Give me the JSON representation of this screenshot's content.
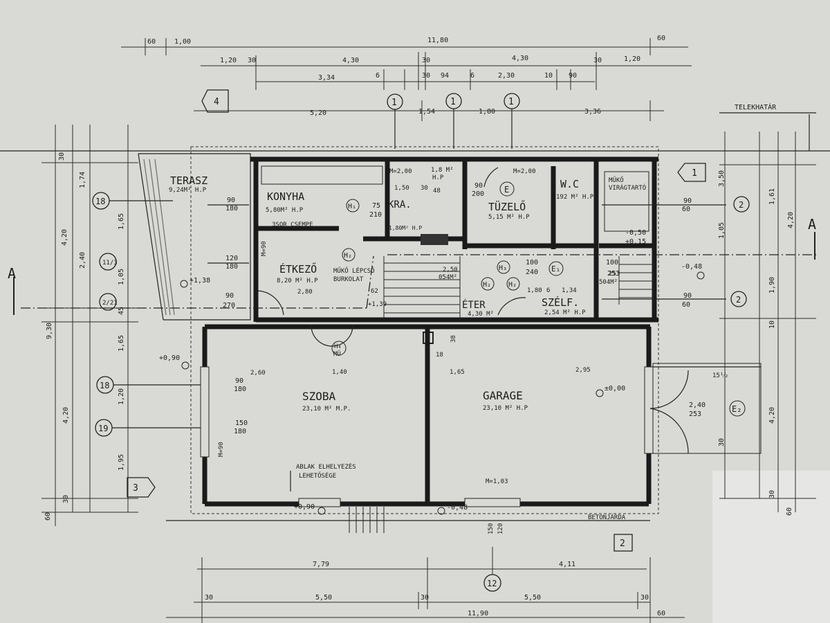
{
  "rooms": {
    "terasz": {
      "name": "TERASZ",
      "area": "9,24M² H.P"
    },
    "konyha": {
      "name": "KONYHA",
      "area": "5,80M² H.P",
      "note": "3SOR CSEMPE"
    },
    "kra": {
      "name": "KRA.",
      "area": "1,80M² H.P"
    },
    "tuzelo": {
      "name": "TÜZELŐ",
      "area": "5,15 M² H.P"
    },
    "wc": {
      "name": "W.C",
      "area": "192 M² H.P"
    },
    "muko": {
      "name": "MŰKŐ",
      "name2": "VIRÁGTARTÓ"
    },
    "etkezo": {
      "name": "ÉTKEZŐ",
      "area": "8,20 M² H.P"
    },
    "eter": {
      "name": "ÉTER",
      "area": "4,30 M²"
    },
    "szelf": {
      "name": "SZÉLF.",
      "area": "2,54 M² H.P"
    },
    "szoba": {
      "name": "SZOBA",
      "area": "23,10 M² M.P."
    },
    "garage": {
      "name": "GARAGE",
      "area": "23,10 M² H.P"
    },
    "stair": {
      "name1": "MŰKŐ LÉPCSŐ",
      "name2": "BURKOLAT"
    }
  },
  "notes": {
    "telekhatar": "TELEKHATÁR",
    "betonjarda": "BETONJÁRDA",
    "ablak1": "ABLAK ELHELYEZÉS",
    "ablak2": "LEHETŐSÉGE",
    "section": "A"
  },
  "top_dims": {
    "row1": [
      "60",
      "1,00",
      "11,80",
      "60"
    ],
    "row2": [
      "1,20",
      "30",
      "4,30",
      "30",
      "4,30",
      "30",
      "1,20"
    ],
    "row3": [
      "3,34",
      "6",
      "30",
      "94",
      "6",
      "2,30",
      "10",
      "90"
    ],
    "row4": [
      "5,20",
      "1,54",
      "1,80",
      "3,36"
    ]
  },
  "bottom_dims": {
    "row1": [
      "7,79",
      "4,11"
    ],
    "row2": [
      "30",
      "5,50",
      "30",
      "5,50",
      "30"
    ],
    "row3": [
      "11,90",
      "60"
    ]
  },
  "left_dims": [
    "30",
    "1,74",
    "4,20",
    "1,65",
    "2,40",
    "1,05",
    "45",
    "9,30",
    "1,65",
    "1,20",
    "4,20",
    "1,95",
    "30",
    "60"
  ],
  "right_dims": [
    "3,50",
    "1,61",
    "4,20",
    "1,05",
    "1,90",
    "10",
    "30",
    "4,20",
    "30",
    "60"
  ],
  "circle_marks": [
    "1",
    "1",
    "1",
    "18",
    "11/3",
    "2/21",
    "18",
    "19",
    "2",
    "2",
    "E₂",
    "12"
  ],
  "tags": {
    "e": "E",
    "e1": "E₁",
    "h1": "H₁",
    "h2": "H₂",
    "h3": "H₃",
    "h4": "H₄",
    "h4b": "MÜ",
    "arrow4": "4",
    "arrow3": "3",
    "arrow1": "1",
    "box2": "2"
  },
  "window_dims": [
    "90",
    "180",
    "120",
    "180",
    "90",
    "270",
    "90",
    "180",
    "150",
    "180",
    "90",
    "60",
    "90",
    "60",
    "90",
    "200",
    "75",
    "210",
    "100",
    "240",
    "100",
    "253",
    "2,40",
    "253"
  ],
  "levels": [
    "+1,38",
    "+0,90",
    "+0,90",
    "-0,48",
    "±0,00",
    "-0,48",
    "-0,50",
    "+0,15"
  ],
  "misc": [
    "M=2,00",
    "M=2,00",
    "1,8 M²",
    "H.P",
    "1,50",
    "30",
    "48",
    "2,80",
    "62",
    "+1,39",
    "2,50",
    "054M²",
    "1,80",
    "6",
    "1,34",
    "253",
    "504M²",
    "2,60",
    "1,40",
    "1,65",
    "2,95",
    "M=1,03",
    "M=90",
    "M=90",
    "15¹⁄₂",
    "150",
    "120",
    "38",
    "18"
  ]
}
